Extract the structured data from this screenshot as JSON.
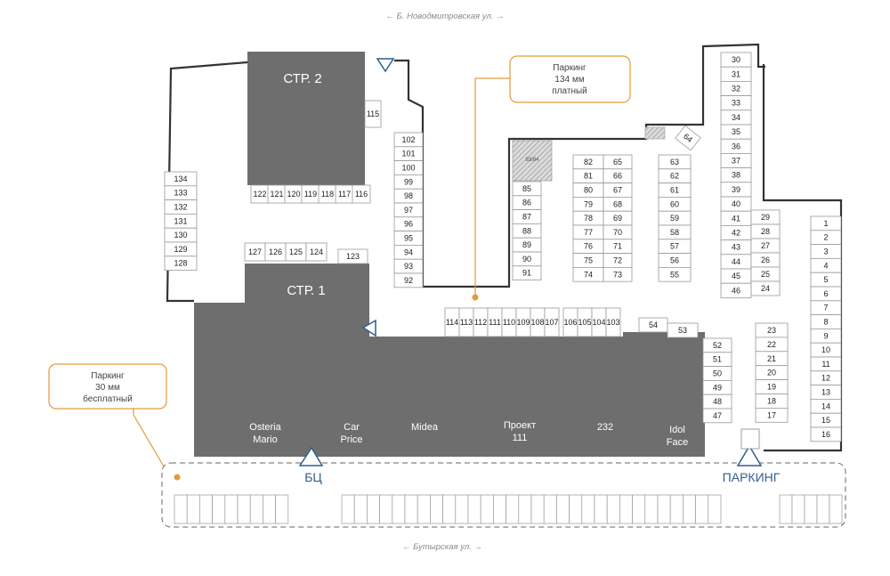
{
  "streets": {
    "top": "Б. Новодмитровская ул.",
    "bottom": "Бутырская ул."
  },
  "buildings": {
    "str2": "СТР. 2",
    "str1": "СТР. 1"
  },
  "shops": [
    {
      "id": "osteria",
      "lines": [
        "Osteria",
        "Mario"
      ]
    },
    {
      "id": "carprice",
      "lines": [
        "Car",
        "Price"
      ]
    },
    {
      "id": "midea",
      "lines": [
        "Midea"
      ]
    },
    {
      "id": "proekt",
      "lines": [
        "Проект",
        "111"
      ]
    },
    {
      "id": "s232",
      "lines": [
        "232"
      ]
    },
    {
      "id": "idol",
      "lines": [
        "Idol",
        "Face"
      ]
    }
  ],
  "callouts": {
    "paid": [
      "Паркинг",
      "134 мм",
      "платный"
    ],
    "free": [
      "Паркинг",
      "30 мм",
      "бесплатный"
    ]
  },
  "entrances": {
    "bc": "БЦ",
    "parking": "ПАРКИНГ"
  },
  "hatched_slot": "83/84",
  "colors": {
    "building": "#6e6e6e",
    "callout_border": "#e39a3a",
    "entrance": "#2f5f8e"
  },
  "slots": {
    "right_col": [
      "1",
      "2",
      "3",
      "4",
      "5",
      "6",
      "7",
      "8",
      "9",
      "10",
      "11",
      "12",
      "13",
      "14",
      "15",
      "16"
    ],
    "col_30_46": [
      "30",
      "31",
      "32",
      "33",
      "34",
      "35",
      "36",
      "37",
      "38",
      "39",
      "40",
      "41",
      "42",
      "43",
      "44",
      "45",
      "46"
    ],
    "col_29_24": [
      "29",
      "28",
      "27",
      "26",
      "25",
      "24"
    ],
    "col_23_17": [
      "23",
      "22",
      "21",
      "20",
      "19",
      "18",
      "17"
    ],
    "col_52_47": [
      "52",
      "51",
      "50",
      "49",
      "48",
      "47"
    ],
    "col_63_55": [
      "63",
      "62",
      "61",
      "60",
      "59",
      "58",
      "57",
      "56",
      "55"
    ],
    "col_82_74": [
      "82",
      "81",
      "80",
      "79",
      "78",
      "77",
      "76",
      "75",
      "74"
    ],
    "col_65_73": [
      "65",
      "66",
      "67",
      "68",
      "69",
      "70",
      "71",
      "72",
      "73"
    ],
    "col_85_91": [
      "85",
      "86",
      "87",
      "88",
      "89",
      "90",
      "91"
    ],
    "col_102_92": [
      "102",
      "101",
      "100",
      "99",
      "98",
      "97",
      "96",
      "95",
      "94",
      "93",
      "92"
    ],
    "col_134_128": [
      "134",
      "133",
      "132",
      "131",
      "130",
      "129",
      "128"
    ],
    "row_114_103": [
      "114",
      "113",
      "112",
      "111",
      "110",
      "109",
      "108",
      "107",
      "106",
      "105",
      "104",
      "103"
    ],
    "row_122_116": [
      "122",
      "121",
      "120",
      "119",
      "118",
      "117",
      "116"
    ],
    "row_127_124": [
      "127",
      "126",
      "125",
      "124"
    ],
    "single": [
      "115",
      "123",
      "54",
      "53",
      "64"
    ]
  }
}
